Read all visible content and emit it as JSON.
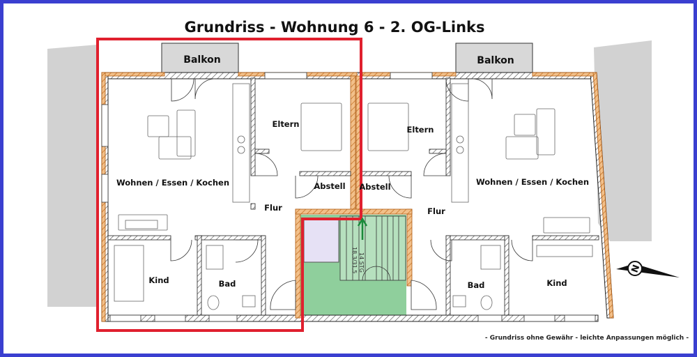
{
  "title": "Grundriss - Wohnung 6 - 2. OG-Links",
  "footer_note": "- Grundriss ohne Gewähr - leichte Anpassungen möglich -",
  "stair_label": "14 STG",
  "stair_dims": "18,3/31,5",
  "compass_letter": "N",
  "left_unit": {
    "balcony": "Balkon",
    "living": "Wohnen / Essen / Kochen",
    "parents": "Eltern",
    "storage": "Abstell",
    "hall": "Flur",
    "child": "Kind",
    "bath": "Bad"
  },
  "right_unit": {
    "balcony": "Balkon",
    "living": "Wohnen / Essen / Kochen",
    "parents": "Eltern",
    "storage": "Abstell",
    "hall": "Flur",
    "child": "Kind",
    "bath": "Bad"
  },
  "colors": {
    "highlight": "#e0202e",
    "stairwell": "#8fcf9c",
    "elevator": "#e6e1f5",
    "brick": "#e39a4a",
    "neighbor": "#d2d2d2"
  }
}
